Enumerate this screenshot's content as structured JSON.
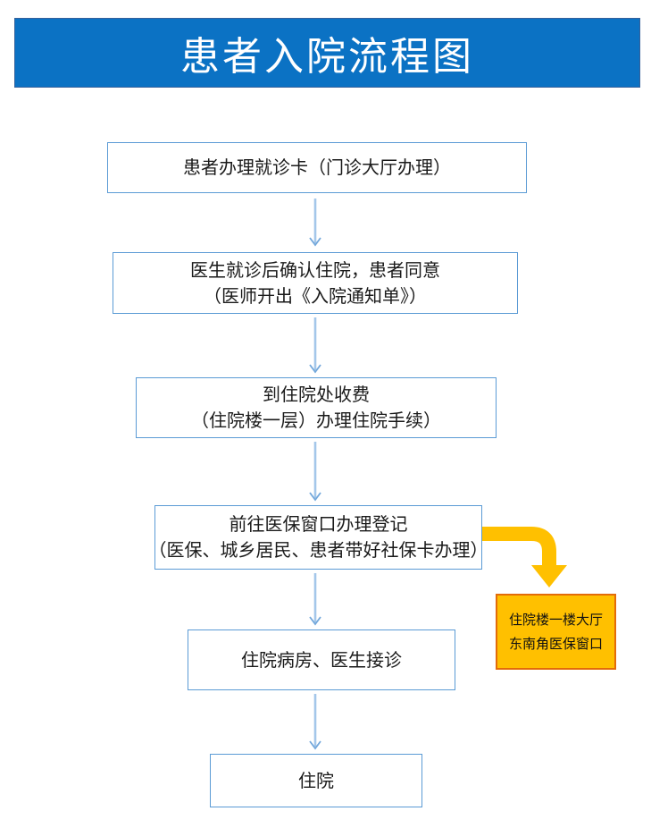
{
  "title": "患者入院流程图",
  "colors": {
    "banner_blue": "#0B72C4",
    "box_border_blue": "#5B9BD5",
    "arrow_blue_shaft": "#A4C7EA",
    "arrow_blue_head": "#72A7DB",
    "highlight_orange": "#FFC000",
    "highlight_border_orange": "#E36C09"
  },
  "flow": {
    "steps": [
      {
        "line1": "患者办理就诊卡（门诊大厅办理）"
      },
      {
        "line1": "医生就诊后确认住院，患者同意",
        "line2": "（医师开出《入院通知单》）"
      },
      {
        "line1": "到住院处收费",
        "line2": "（住院楼一层）办理住院手续）"
      },
      {
        "line1": "前往医保窗口办理登记",
        "line2": "（医保、城乡居民、患者带好社保卡办理）"
      },
      {
        "line1": "住院病房、医生接诊"
      },
      {
        "line1": "住院"
      }
    ]
  },
  "note": {
    "line1": "住院楼一楼大厅",
    "line2": "东南角医保窗口"
  }
}
